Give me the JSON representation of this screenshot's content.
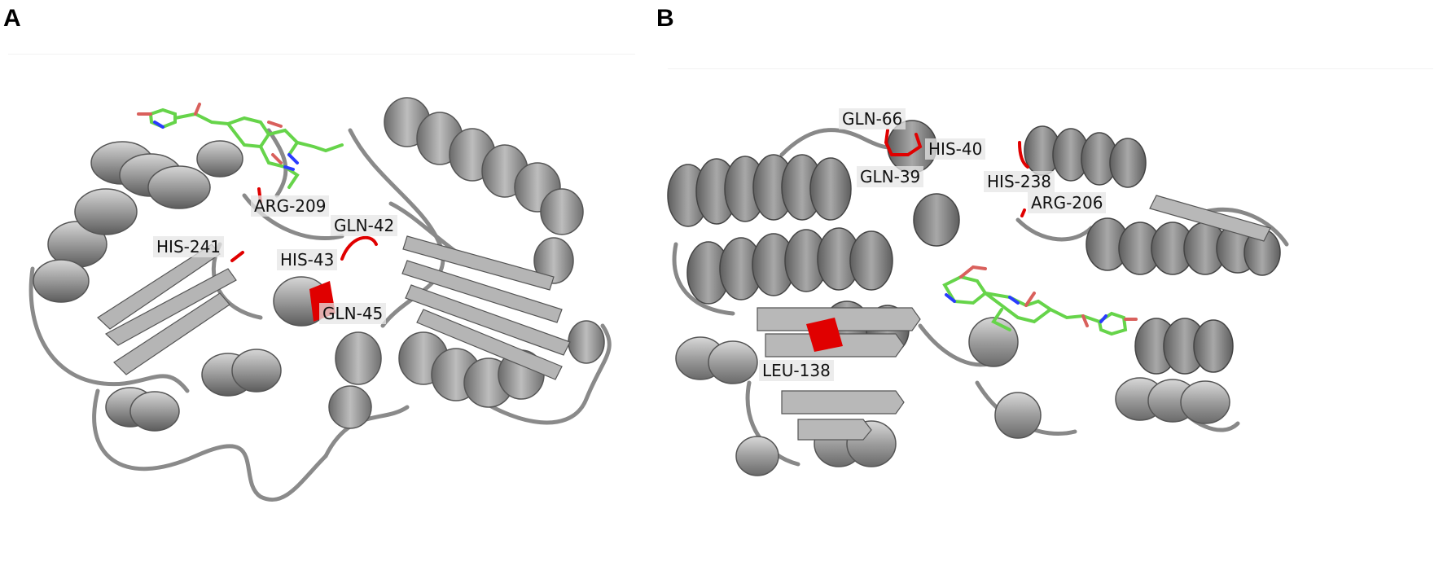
{
  "panels": [
    {
      "letter": "A",
      "labels": [
        "ARG-209",
        "GLN-42",
        "HIS-241",
        "HIS-43",
        "GLN-45"
      ],
      "ligand_color": "#66d44a"
    },
    {
      "letter": "B",
      "labels": [
        "GLN-66",
        "HIS-40",
        "GLN-39",
        "HIS-238",
        "ARG-206",
        "LEU-138"
      ],
      "ligand_color": "#66d44a"
    }
  ],
  "colors": {
    "protein": "#8c8c8c",
    "protein_dark": "#5e5e5e",
    "highlight_residue": "#e00000",
    "ligand_carbon": "#66d44a",
    "ligand_oxygen": "#d9605c",
    "ligand_nitrogen": "#2a3bff"
  }
}
